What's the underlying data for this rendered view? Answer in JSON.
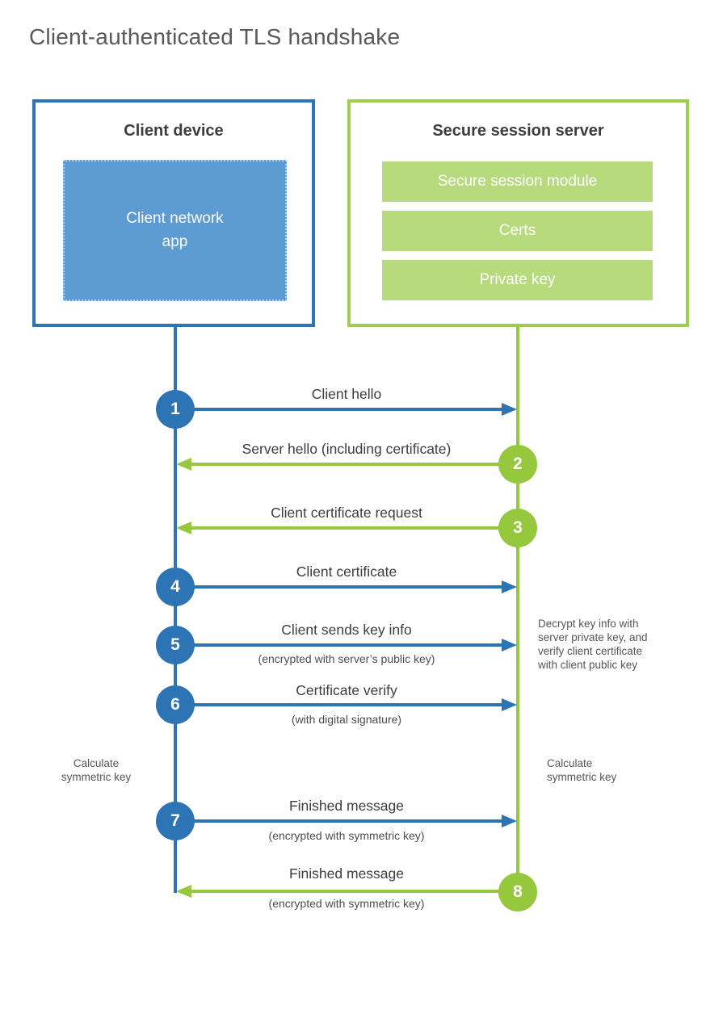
{
  "title": "Client-authenticated TLS handshake",
  "colors": {
    "blue": "#2d74b5",
    "blue_fill": "#5d9bd3",
    "green": "#96c83e",
    "green_fill": "#b7da7d"
  },
  "client_box": {
    "title": "Client device",
    "app_label": "Client network\napp"
  },
  "server_box": {
    "title": "Secure session server",
    "modules": [
      "Secure session module",
      "Certs",
      "Private key"
    ]
  },
  "messages": [
    {
      "num": "1",
      "label": "Client hello",
      "sub": "",
      "direction": "right",
      "color": "blue"
    },
    {
      "num": "2",
      "label": "Server hello (including certificate)",
      "sub": "",
      "direction": "left",
      "color": "green"
    },
    {
      "num": "3",
      "label": "Client certificate request",
      "sub": "",
      "direction": "left",
      "color": "green"
    },
    {
      "num": "4",
      "label": "Client certificate",
      "sub": "",
      "direction": "right",
      "color": "blue"
    },
    {
      "num": "5",
      "label": "Client sends key info",
      "sub": "(encrypted with server’s public key)",
      "direction": "right",
      "color": "blue"
    },
    {
      "num": "6",
      "label": "Certificate verify",
      "sub": "(with digital signature)",
      "direction": "right",
      "color": "blue"
    },
    {
      "num": "7",
      "label": "Finished message",
      "sub": "(encrypted with symmetric key)",
      "direction": "right",
      "color": "blue"
    },
    {
      "num": "8",
      "label": "Finished message",
      "sub": "(encrypted with symmetric key)",
      "direction": "left",
      "color": "green"
    }
  ],
  "notes": {
    "decrypt": "Decrypt key info with\nserver private key, and\nverify client certificate\nwith client public key",
    "calc_left": "Calculate\nsymmetric key",
    "calc_right": "Calculate\nsymmetric key"
  }
}
